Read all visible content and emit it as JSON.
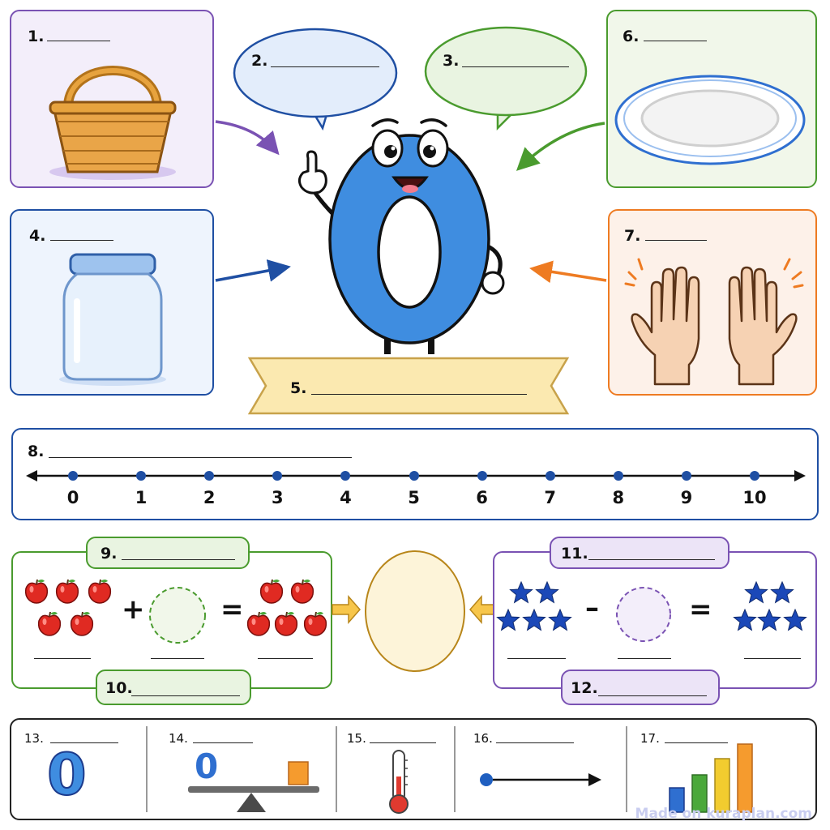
{
  "labels": {
    "q1": "1.",
    "q2": "2.",
    "q3": "3.",
    "q4": "4.",
    "q5": "5.",
    "q6": "6.",
    "q7": "7.",
    "q8": "8.",
    "q9": "9.",
    "q10": "10.",
    "q11": "11.",
    "q12": "12.",
    "q13": "13.",
    "q14": "14.",
    "q15": "15.",
    "q16": "16.",
    "q17": "17."
  },
  "number_line": {
    "ticks": [
      "0",
      "1",
      "2",
      "3",
      "4",
      "5",
      "6",
      "7",
      "8",
      "9",
      "10"
    ]
  },
  "addition": {
    "plus": "+",
    "equals": "="
  },
  "subtraction": {
    "minus": "–",
    "equals": "="
  },
  "digit": "0",
  "watermark": "Made on kuraplan.com",
  "colors": {
    "purple": "#6b4aa8",
    "blue": "#1f4fa3",
    "green": "#4a9b2e",
    "orange": "#ee7b22",
    "zero_blue": "#3f8de0",
    "navy": "#1b3a8c"
  },
  "icons": [
    "basket-icon",
    "jar-icon",
    "plate-icon",
    "open-hands-icon",
    "zero-mascot-icon",
    "apple-icon",
    "star-icon",
    "thermometer-icon",
    "seesaw-icon",
    "arrow-icon",
    "bar-chart-icon"
  ]
}
